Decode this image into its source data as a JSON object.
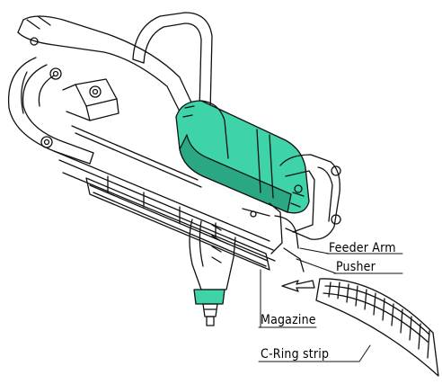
{
  "labels": {
    "feeder_arm": "Feeder Arm",
    "pusher": "Pusher",
    "magazine": "Magazine",
    "c_ring_strip": "C-Ring strip"
  },
  "colors": {
    "motor_body": "#3ed3a8",
    "motor_shadow": "#2aa884",
    "line": "#111111",
    "metal": "#ffffff"
  }
}
